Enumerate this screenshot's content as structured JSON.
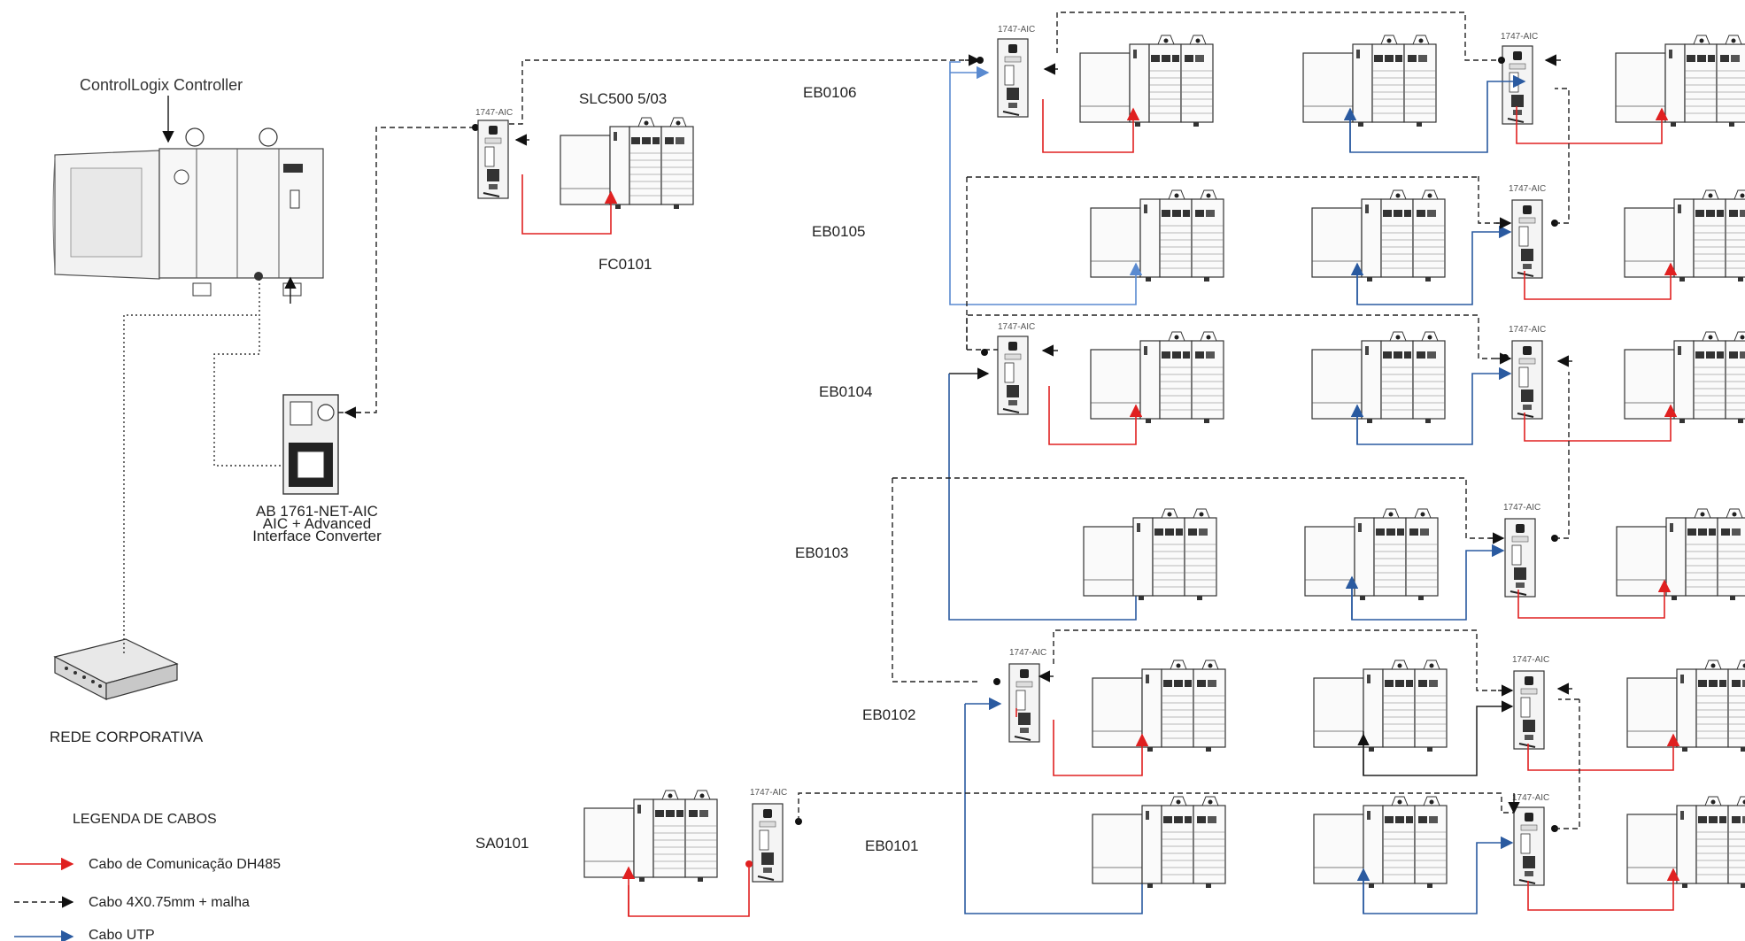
{
  "controller": {
    "label": "ControlLogix Controller"
  },
  "converter": {
    "line1": "AB 1761-NET-AIC",
    "line2": "AIC + Advanced",
    "line3": "Interface Converter"
  },
  "network": {
    "label": "REDE CORPORATIVA"
  },
  "aic_label": "1747-AIC",
  "stations": {
    "slc_title": "SLC500 5/03",
    "fc0101": "FC0101",
    "sa0101": "SA0101",
    "eb0106": "EB0106",
    "eb0105": "EB0105",
    "eb0104": "EB0104",
    "eb0103": "EB0103",
    "eb0102": "EB0102",
    "eb0101": "EB0101"
  },
  "legend": {
    "title": "LEGENDA DE CABOS",
    "items": [
      {
        "label": "Cabo de Comunicação DH485",
        "color": "#e02020"
      },
      {
        "label": "Cabo 4X0.75mm + malha",
        "color": "#222222"
      },
      {
        "label": "Cabo UTP",
        "color": "#2a5aa0"
      }
    ]
  }
}
